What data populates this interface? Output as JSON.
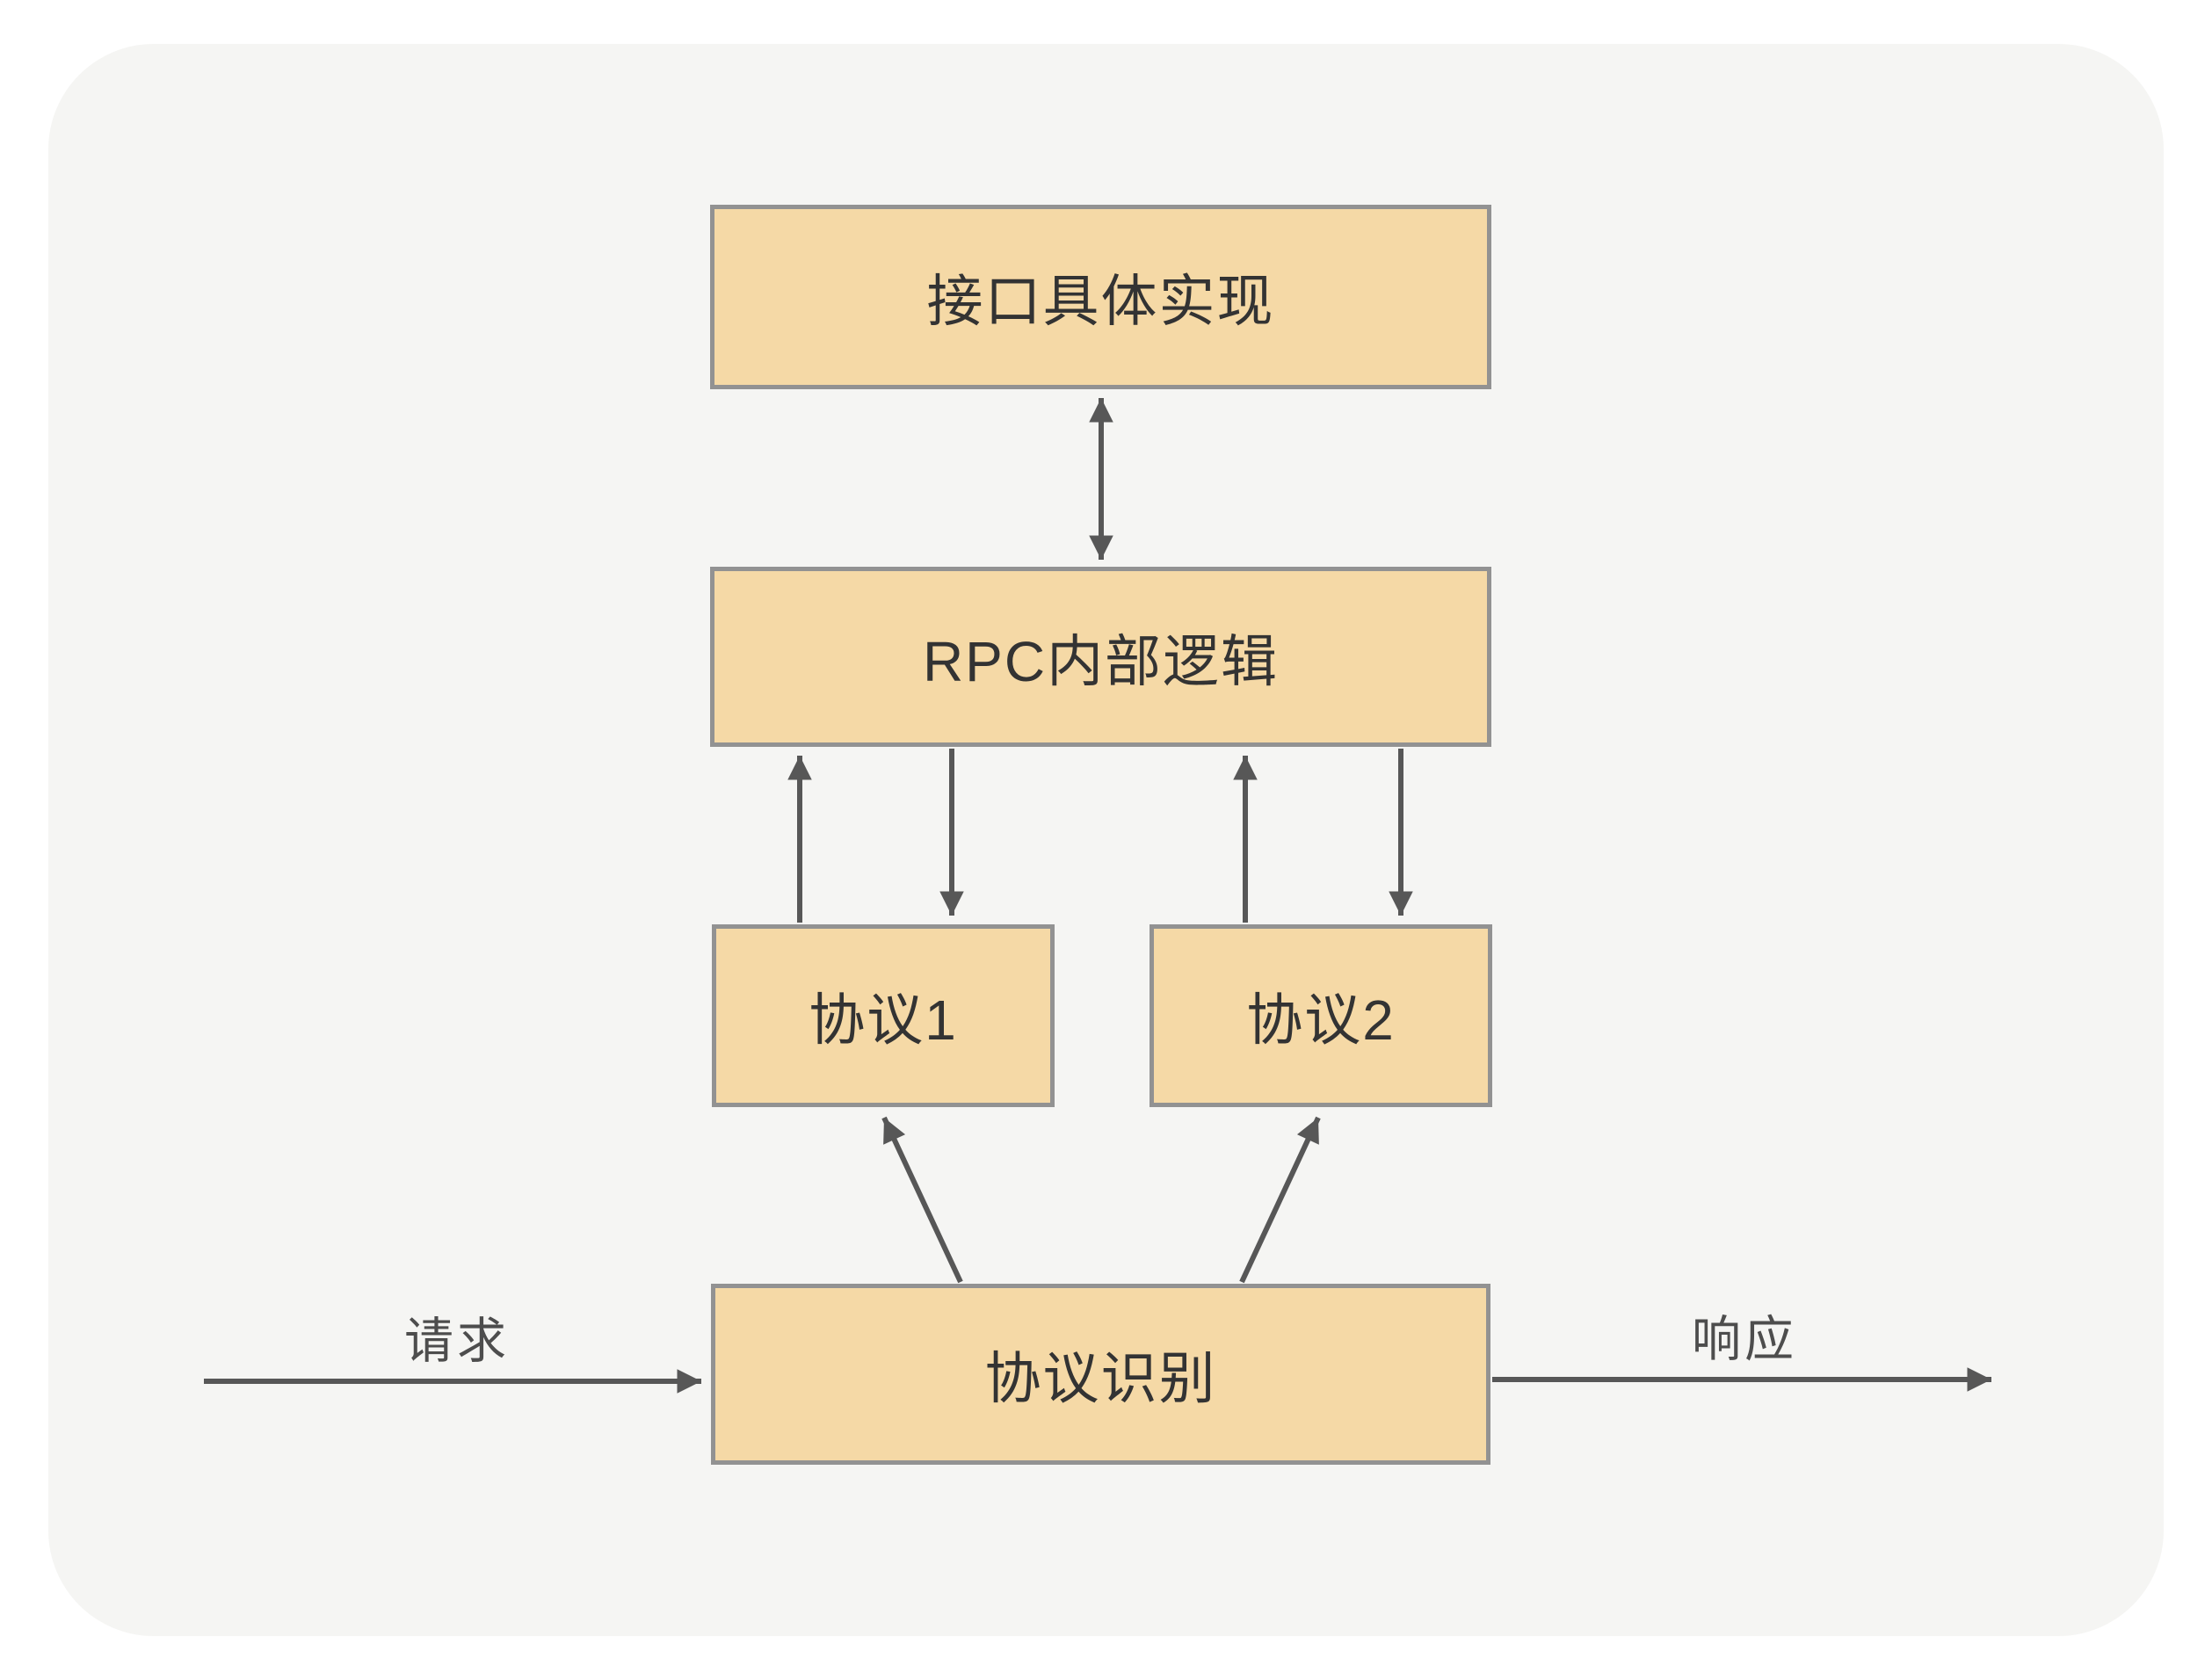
{
  "diagram": {
    "title": "RPC protocol handling diagram",
    "nodes": {
      "interface_impl": {
        "label": "接口具体实现"
      },
      "rpc_logic": {
        "label": "RPC内部逻辑"
      },
      "protocol1": {
        "label": "协议1"
      },
      "protocol2": {
        "label": "协议2"
      },
      "protocol_detect": {
        "label": "协议识别"
      }
    },
    "edge_labels": {
      "request": "请求",
      "response": "响应"
    },
    "edges": [
      {
        "from": "interface_impl",
        "to": "rpc_logic",
        "direction": "bidirectional"
      },
      {
        "from": "protocol1",
        "to": "rpc_logic",
        "direction": "up"
      },
      {
        "from": "rpc_logic",
        "to": "protocol1",
        "direction": "down"
      },
      {
        "from": "protocol2",
        "to": "rpc_logic",
        "direction": "up"
      },
      {
        "from": "rpc_logic",
        "to": "protocol2",
        "direction": "down"
      },
      {
        "from": "protocol_detect",
        "to": "protocol1",
        "direction": "diagonal-up"
      },
      {
        "from": "protocol_detect",
        "to": "protocol2",
        "direction": "diagonal-up"
      },
      {
        "from": "external-left",
        "to": "protocol_detect",
        "label": "请求"
      },
      {
        "from": "protocol_detect",
        "to": "external-right",
        "label": "响应"
      }
    ],
    "colors": {
      "node_fill": "#F5D9A6",
      "node_border": "#929292",
      "node_text": "#333333",
      "arrow": "#575757",
      "edge_label_text": "#4D4D4D",
      "panel_bg": "#F5F5F3",
      "page_bg": "#FFFFFF"
    }
  }
}
